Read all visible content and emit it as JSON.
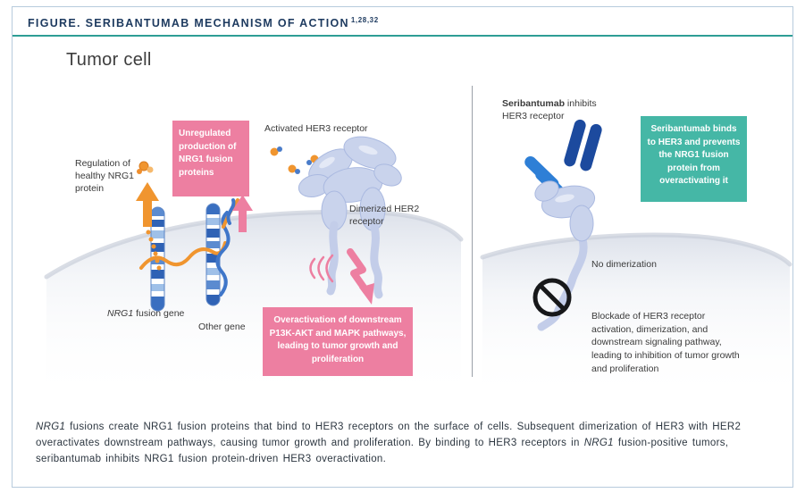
{
  "header": {
    "title": "FIGURE. SERIBANTUMAB MECHANISM OF ACTION",
    "refs": "1,28,32"
  },
  "tumor_cell": {
    "heading": "Tumor cell",
    "regulation_label": "Regulation of healthy NRG1 protein",
    "unregulated_box": "Unregulated production of NRG1 fusion proteins",
    "activated_her3_label": "Activated HER3 receptor",
    "dimerized_her2_label": "Dimerized HER2 receptor",
    "nrg1_gene_label": [
      {
        "t": "NRG1",
        "i": true
      },
      {
        "t": " fusion gene"
      }
    ],
    "other_gene_label": "Other gene",
    "overactivation_box": "Overactivation of downstream P13K-AKT and MAPK pathways, leading to tumor growth and proliferation"
  },
  "seribantumab_panel": {
    "inhibits_label": [
      {
        "t": "Seribantumab",
        "b": true
      },
      {
        "t": " inhibits HER3 receptor"
      }
    ],
    "binds_box": "Seribantumab binds to HER3 and prevents the NRG1 fusion protein from overactivating it",
    "no_dimerization_label": "No dimerization",
    "blockade_label": "Blockade of HER3 receptor activation, dimerization, and downstream signaling pathway, leading to inhibition of tumor growth and proliferation"
  },
  "caption": {
    "segments": [
      {
        "t": "NRG1",
        "i": true
      },
      {
        "t": " fusions create NRG1 fusion proteins that bind to HER3 receptors on the surface of cells. Subsequent dimerization of HER3 with HER2 overactivates downstream pathways, causing tumor growth and proliferation. By binding to HER3 receptors in "
      },
      {
        "t": "NRG1",
        "i": true
      },
      {
        "t": " fusion-positive tumors, seribantumab inhibits NRG1 fusion protein-driven HER3 overactivation."
      }
    ]
  },
  "icons": {
    "prohibition_icon": "no-symbol-circle-slash",
    "healthy_production_arrow": "orange-up-arrow",
    "fusion_to_box_arrow": "pink-up-arrow",
    "downstream_signal_arrow": "pink-zigzag-down-arrow",
    "antibody_icon": "seribantumab-antibody",
    "chromosome_icon": "banded-chromosome"
  },
  "colors": {
    "border": "#b7cbdd",
    "rule": "#2d9e95",
    "navy": "#1d3a5f",
    "pink": "#ed7fa1",
    "teal": "#45b7a6",
    "orange": "#f0952f",
    "blue_bright": "#2e7fd6",
    "blue_dark": "#1c4a9e",
    "receptor": "#c9d3ec",
    "text": "#3a3a3a"
  }
}
